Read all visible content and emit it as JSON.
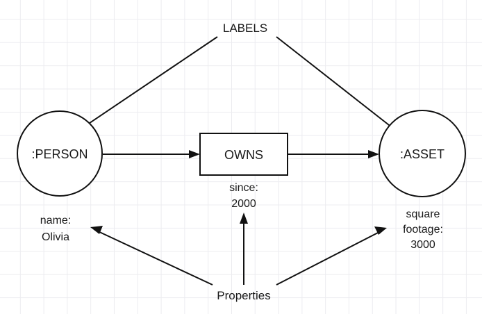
{
  "diagram": {
    "title_annotation": "LABELS",
    "bottom_annotation": "Properties",
    "nodes": [
      {
        "id": "person",
        "label": ":PERSON",
        "shape": "circle",
        "property_lines": [
          "name:",
          "Olivia"
        ]
      },
      {
        "id": "asset",
        "label": ":ASSET",
        "shape": "circle",
        "property_lines": [
          "square",
          "footage:",
          "3000"
        ]
      }
    ],
    "relationship": {
      "id": "owns",
      "label": "OWNS",
      "shape": "rectangle",
      "property_lines": [
        "since:",
        "2000"
      ]
    },
    "colors": {
      "stroke": "#111111",
      "text": "#1a1a1a",
      "grid": "#ececf0",
      "background": "#ffffff"
    }
  }
}
